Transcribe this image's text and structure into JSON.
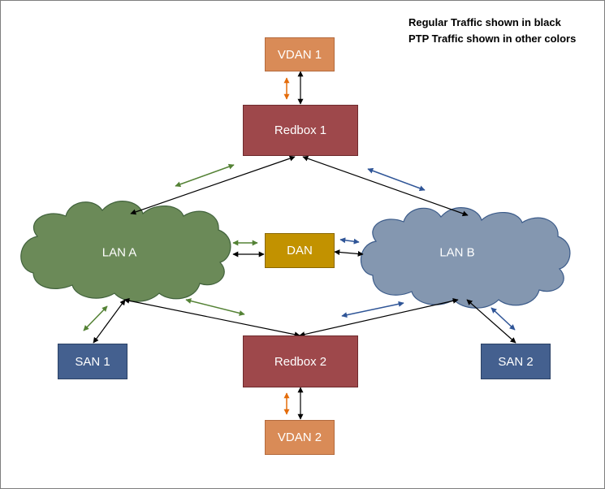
{
  "legend": {
    "line1": "Regular Traffic shown in black",
    "line2": "PTP Traffic shown in other colors"
  },
  "nodes": {
    "vdan1": "VDAN 1",
    "redbox1": "Redbox 1",
    "lan_a": "LAN A",
    "dan": "DAN",
    "lan_b": "LAN B",
    "san1": "SAN 1",
    "redbox2": "Redbox 2",
    "san2": "SAN 2",
    "vdan2": "VDAN 2"
  },
  "colors": {
    "regular_traffic": "#000000",
    "ptp_lan_a": "#548235",
    "ptp_lan_b": "#2f5597",
    "ptp_vdan": "#e46c0a",
    "vdan_fill": "#d98b57",
    "redbox_fill": "#9e484b",
    "dan_fill": "#c29200",
    "san_fill": "#44608f",
    "lan_a_fill": "#6b8a58",
    "lan_b_fill": "#8497b0"
  }
}
